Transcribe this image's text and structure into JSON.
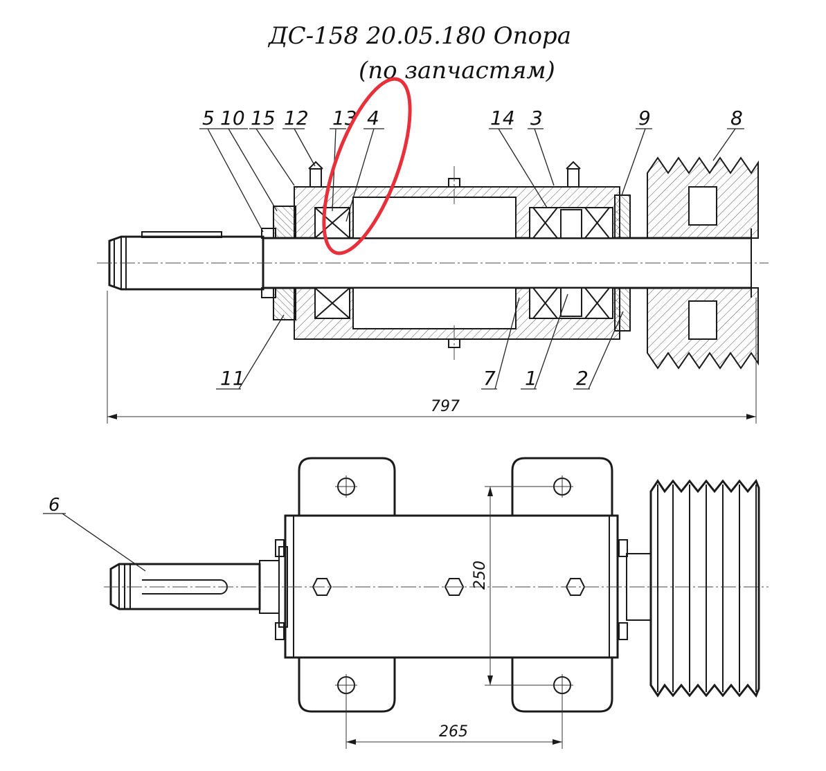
{
  "title": {
    "line1": "ДС-158 20.05.180 Опора",
    "line2": "(по запчастям)"
  },
  "top_view": {
    "callouts_top": [
      "5",
      "10",
      "15",
      "12",
      "13",
      "4",
      "14",
      "3",
      "9",
      "8"
    ],
    "callouts_bottom": [
      "11",
      "7",
      "1",
      "2"
    ],
    "overall_dimension": "797"
  },
  "bottom_view": {
    "callout": "6",
    "height_dimension": "250",
    "spacing_dimension": "265"
  },
  "annotation": {
    "highlight_color": "#e8303a",
    "highlight_target": "4"
  }
}
